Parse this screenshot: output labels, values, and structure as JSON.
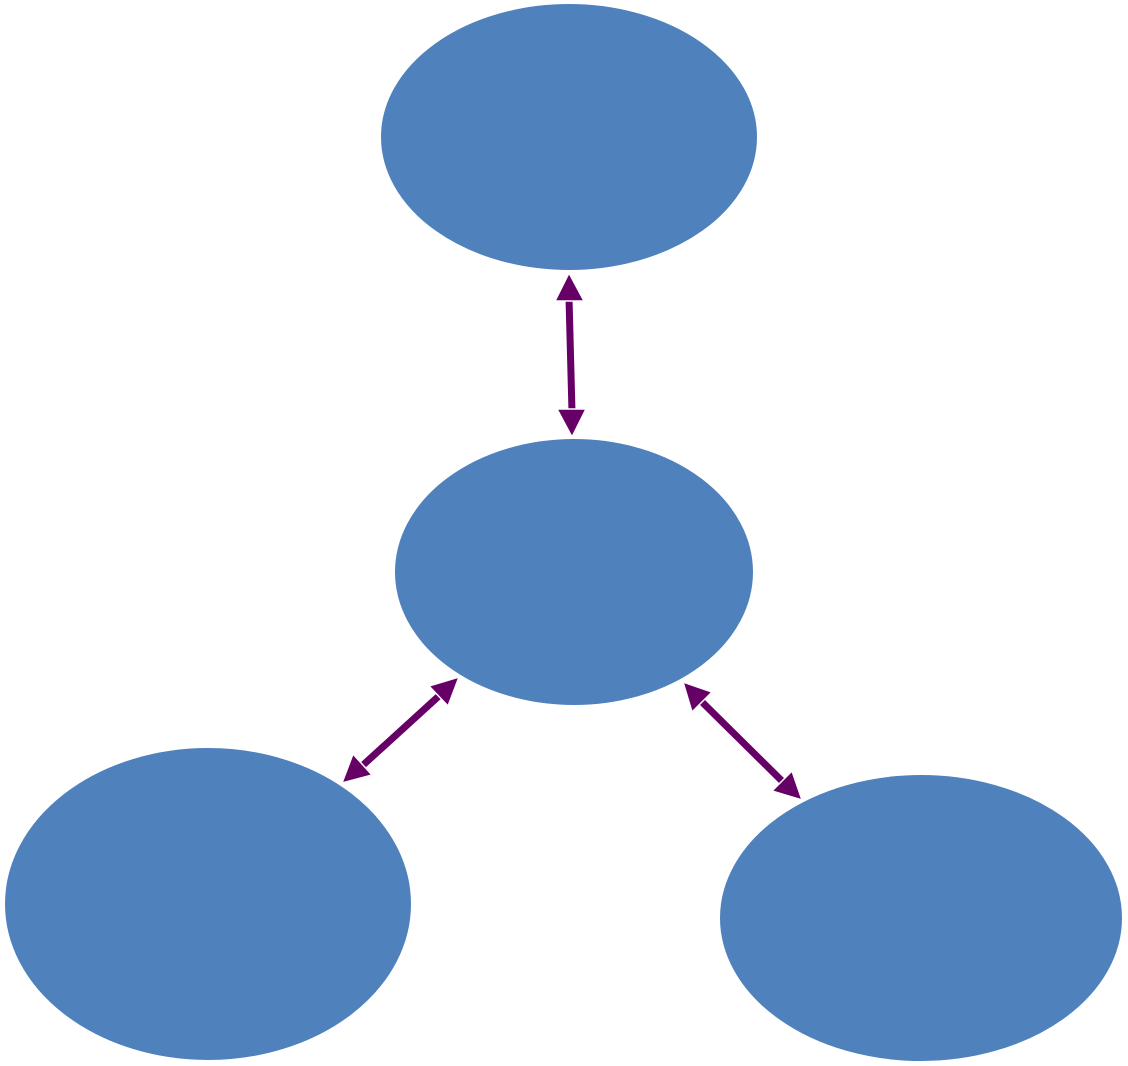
{
  "diagram": {
    "type": "hub-and-spoke",
    "colors": {
      "node_fill": "#4f81bd",
      "node_stroke": "#ffffff",
      "arrow": "#660066",
      "background": "#ffffff"
    },
    "nodes": [
      {
        "id": "top",
        "label": ""
      },
      {
        "id": "center",
        "label": ""
      },
      {
        "id": "bottom-left",
        "label": ""
      },
      {
        "id": "bottom-right",
        "label": ""
      }
    ],
    "connections": [
      {
        "from": "top",
        "to": "center",
        "style": "bidirectional"
      },
      {
        "from": "center",
        "to": "bottom-left",
        "style": "bidirectional"
      },
      {
        "from": "center",
        "to": "bottom-right",
        "style": "bidirectional"
      }
    ]
  }
}
